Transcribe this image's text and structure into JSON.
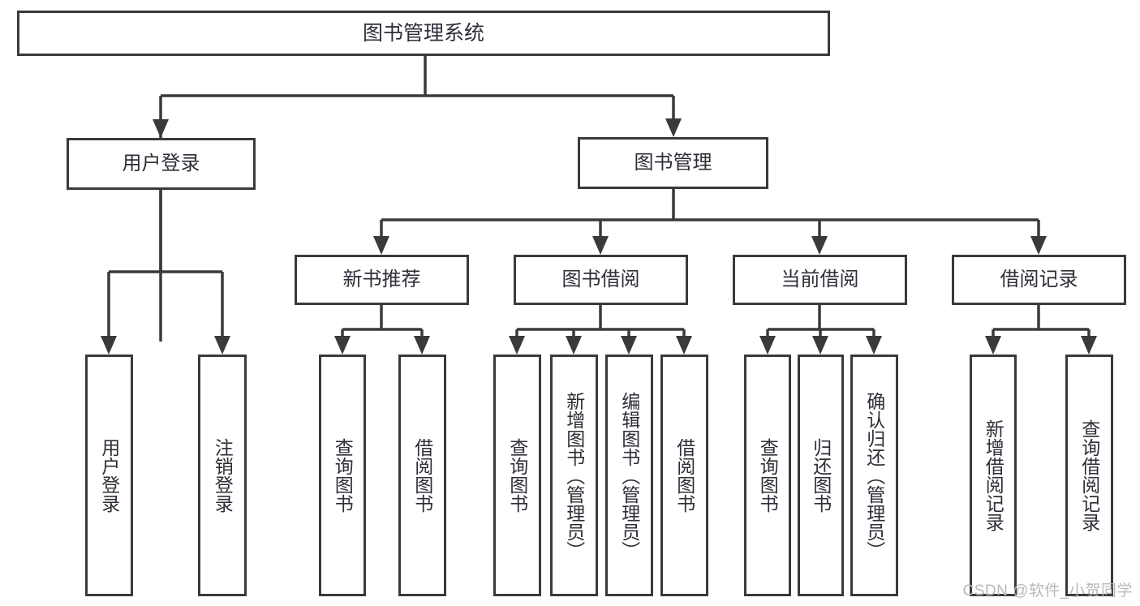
{
  "colors": {
    "line": "#3a3a3a",
    "text": "#2e2e38",
    "box_bg": "#ffffff",
    "canvas_bg": "#ffffff",
    "watermark": "#b8b8b8"
  },
  "tree": {
    "root": {
      "label": "图书管理系统"
    },
    "branches": [
      {
        "label": "用户登录",
        "children": [
          "用户登录",
          "注销登录"
        ]
      },
      {
        "label": "图书管理",
        "sections": [
          {
            "label": "新书推荐",
            "children": [
              "查询图书",
              "借阅图书"
            ]
          },
          {
            "label": "图书借阅",
            "children": [
              "查询图书",
              "新增图书（管理员）",
              "编辑图书（管理员）",
              "借阅图书"
            ]
          },
          {
            "label": "当前借阅",
            "children": [
              "查询图书",
              "归还图书",
              "确认归还（管理员）"
            ]
          },
          {
            "label": "借阅记录",
            "children": [
              "新增借阅记录",
              "查询借阅记录"
            ]
          }
        ]
      }
    ]
  },
  "watermark": {
    "text": "CSDN @软件_小贺同学"
  }
}
